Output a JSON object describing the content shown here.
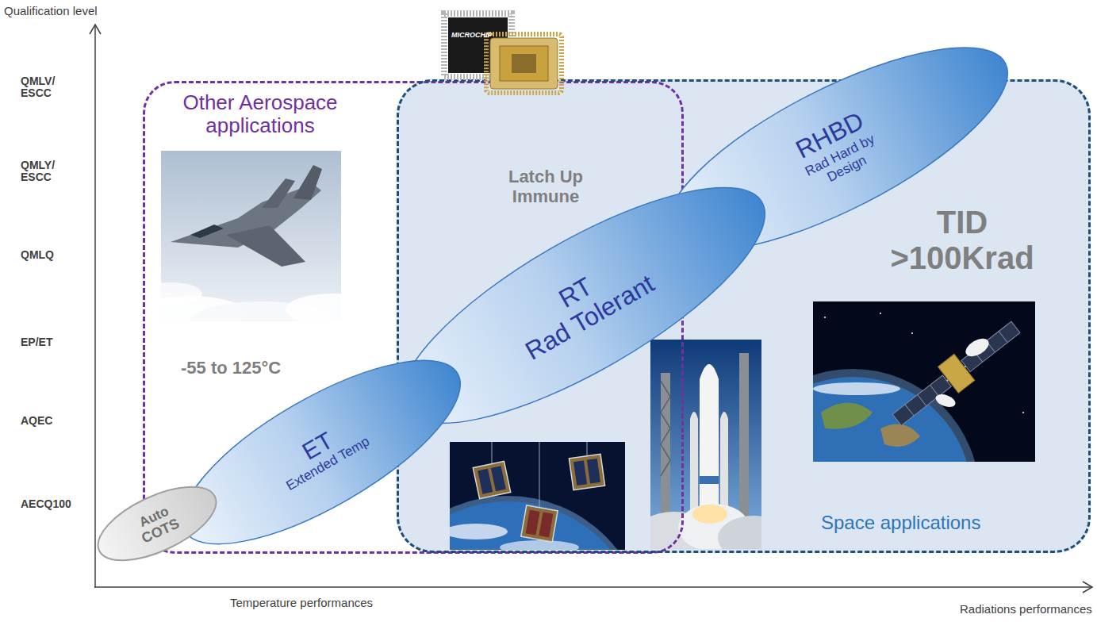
{
  "diagram": {
    "nodes": [
      {
        "text": [
          "Other Aerospace applications",
          "-55 to 125°C"
        ]
      },
      {
        "text": [
          "Latch Up Immune",
          "TID >100Krad",
          "Space applications"
        ]
      },
      {
        "text": [
          "Auto",
          "COTS"
        ]
      },
      {
        "text": [
          "ET",
          "Extended Temp"
        ]
      },
      {
        "text": [
          "RT",
          "Rad Tolerant"
        ]
      },
      {
        "text": [
          "RHBD",
          "Rad Hard by Design"
        ]
      }
    ],
    "labels": [
      "Qualification level",
      "QMLV/ ESCC",
      "QMLY/ ESCC",
      "QMLQ",
      "EP/ET",
      "AQEC",
      "AECQ100",
      "Temperature performances",
      "Radiations performances",
      "MICROCHIP"
    ]
  }
}
